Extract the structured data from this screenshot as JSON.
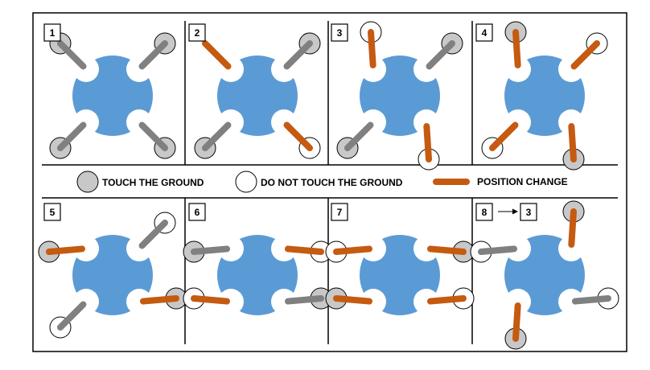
{
  "colors": {
    "body": "#5b9bd5",
    "leg_gray": "#808080",
    "leg_orange": "#c55a11",
    "foot_touch": "#c8c8c8",
    "foot_no_touch": "#ffffff",
    "outline": "#000000"
  },
  "legend": {
    "touch": "TOUCH THE GROUND",
    "no_touch": "DO NOT TOUCH THE GROUND",
    "change": "POSITION CHANGE"
  },
  "panels": [
    {
      "label": "1",
      "legs": [
        {
          "corner": "tl",
          "dir": "diag",
          "state": "gray",
          "foot": "touch"
        },
        {
          "corner": "tr",
          "dir": "diag",
          "state": "gray",
          "foot": "touch"
        },
        {
          "corner": "bl",
          "dir": "diag",
          "state": "gray",
          "foot": "touch"
        },
        {
          "corner": "br",
          "dir": "diag",
          "state": "gray",
          "foot": "touch"
        }
      ]
    },
    {
      "label": "2",
      "legs": [
        {
          "corner": "tl",
          "dir": "diag",
          "state": "orange",
          "foot": "none"
        },
        {
          "corner": "tr",
          "dir": "diag",
          "state": "gray",
          "foot": "touch"
        },
        {
          "corner": "bl",
          "dir": "diag",
          "state": "gray",
          "foot": "touch"
        },
        {
          "corner": "br",
          "dir": "diag",
          "state": "orange",
          "foot": "no_touch"
        }
      ]
    },
    {
      "label": "3",
      "legs": [
        {
          "corner": "tl",
          "dir": "vert",
          "state": "orange",
          "foot": "no_touch"
        },
        {
          "corner": "tr",
          "dir": "diag",
          "state": "gray",
          "foot": "touch"
        },
        {
          "corner": "bl",
          "dir": "diag",
          "state": "gray",
          "foot": "touch"
        },
        {
          "corner": "br",
          "dir": "vert",
          "state": "orange",
          "foot": "no_touch"
        }
      ]
    },
    {
      "label": "4",
      "legs": [
        {
          "corner": "tl",
          "dir": "vert",
          "state": "orange",
          "foot": "touch"
        },
        {
          "corner": "tr",
          "dir": "diag",
          "state": "orange",
          "foot": "no_touch"
        },
        {
          "corner": "bl",
          "dir": "diag",
          "state": "orange",
          "foot": "no_touch"
        },
        {
          "corner": "br",
          "dir": "vert",
          "state": "orange",
          "foot": "touch"
        }
      ]
    },
    {
      "label": "5",
      "legs": [
        {
          "corner": "tl",
          "dir": "horiz",
          "state": "orange",
          "foot": "touch"
        },
        {
          "corner": "tr",
          "dir": "diag",
          "state": "gray",
          "foot": "no_touch"
        },
        {
          "corner": "bl",
          "dir": "diag",
          "state": "gray",
          "foot": "no_touch"
        },
        {
          "corner": "br",
          "dir": "horiz",
          "state": "orange",
          "foot": "touch"
        }
      ]
    },
    {
      "label": "6",
      "legs": [
        {
          "corner": "tl",
          "dir": "horiz",
          "state": "gray",
          "foot": "touch"
        },
        {
          "corner": "tr",
          "dir": "horiz",
          "state": "orange",
          "foot": "no_touch"
        },
        {
          "corner": "bl",
          "dir": "horiz",
          "state": "orange",
          "foot": "no_touch"
        },
        {
          "corner": "br",
          "dir": "horiz",
          "state": "gray",
          "foot": "touch"
        }
      ]
    },
    {
      "label": "7",
      "legs": [
        {
          "corner": "tl",
          "dir": "horiz",
          "state": "orange",
          "foot": "no_touch"
        },
        {
          "corner": "tr",
          "dir": "horiz",
          "state": "orange",
          "foot": "touch"
        },
        {
          "corner": "bl",
          "dir": "horiz",
          "state": "orange",
          "foot": "touch"
        },
        {
          "corner": "br",
          "dir": "horiz",
          "state": "orange",
          "foot": "no_touch"
        }
      ]
    },
    {
      "label": "8",
      "label_next": "3",
      "legs": [
        {
          "corner": "tl",
          "dir": "horiz",
          "state": "gray",
          "foot": "no_touch"
        },
        {
          "corner": "tr",
          "dir": "vert",
          "state": "orange",
          "foot": "touch"
        },
        {
          "corner": "bl",
          "dir": "vert",
          "state": "orange",
          "foot": "touch"
        },
        {
          "corner": "br",
          "dir": "horiz",
          "state": "gray",
          "foot": "no_touch"
        }
      ]
    }
  ]
}
